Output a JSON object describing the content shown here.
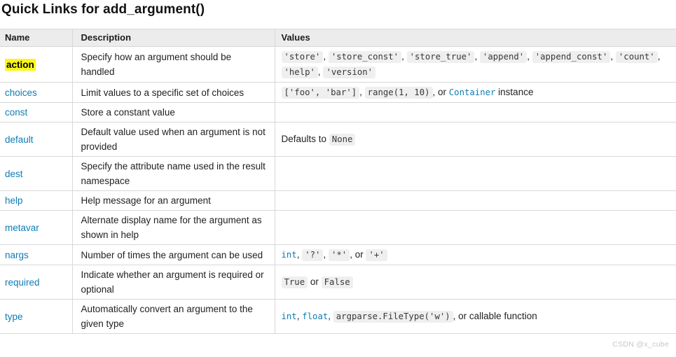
{
  "page": {
    "title": "Quick Links for add_argument()",
    "watermark": "CSDN @x_cube"
  },
  "colors": {
    "link_blue": "#0f7cb4",
    "highlight_yellow": "#fbf719",
    "header_bg": "#ececec",
    "border_gray": "#d8d8d8",
    "code_bg": "#efefef"
  },
  "table": {
    "columns": [
      "Name",
      "Description",
      "Values"
    ],
    "rows": [
      {
        "name": "action",
        "highlighted": true,
        "description": "Specify how an argument should be handled",
        "values": [
          {
            "t": "code",
            "v": "'store'"
          },
          {
            "t": "text",
            "v": ", "
          },
          {
            "t": "code",
            "v": "'store_const'"
          },
          {
            "t": "text",
            "v": ", "
          },
          {
            "t": "code",
            "v": "'store_true'"
          },
          {
            "t": "text",
            "v": ", "
          },
          {
            "t": "code",
            "v": "'append'"
          },
          {
            "t": "text",
            "v": ", "
          },
          {
            "t": "code",
            "v": "'append_const'"
          },
          {
            "t": "text",
            "v": ", "
          },
          {
            "t": "code",
            "v": "'count'"
          },
          {
            "t": "text",
            "v": ", "
          },
          {
            "t": "code",
            "v": "'help'"
          },
          {
            "t": "text",
            "v": ", "
          },
          {
            "t": "code",
            "v": "'version'"
          }
        ]
      },
      {
        "name": "choices",
        "highlighted": false,
        "description": "Limit values to a specific set of choices",
        "values": [
          {
            "t": "code",
            "v": "['foo', 'bar']"
          },
          {
            "t": "text",
            "v": ", "
          },
          {
            "t": "code",
            "v": "range(1, 10)"
          },
          {
            "t": "text",
            "v": ", or "
          },
          {
            "t": "codelink",
            "v": "Container"
          },
          {
            "t": "text",
            "v": " instance"
          }
        ]
      },
      {
        "name": "const",
        "highlighted": false,
        "description": "Store a constant value",
        "values": []
      },
      {
        "name": "default",
        "highlighted": false,
        "description": "Default value used when an argument is not provided",
        "values": [
          {
            "t": "text",
            "v": "Defaults to "
          },
          {
            "t": "code",
            "v": "None"
          }
        ]
      },
      {
        "name": "dest",
        "highlighted": false,
        "description": "Specify the attribute name used in the result namespace",
        "values": []
      },
      {
        "name": "help",
        "highlighted": false,
        "description": "Help message for an argument",
        "values": []
      },
      {
        "name": "metavar",
        "highlighted": false,
        "description": "Alternate display name for the argument as shown in help",
        "values": []
      },
      {
        "name": "nargs",
        "highlighted": false,
        "description": "Number of times the argument can be used",
        "values": [
          {
            "t": "codelink",
            "v": "int"
          },
          {
            "t": "text",
            "v": ", "
          },
          {
            "t": "code",
            "v": "'?'"
          },
          {
            "t": "text",
            "v": ", "
          },
          {
            "t": "code",
            "v": "'*'"
          },
          {
            "t": "text",
            "v": ", or "
          },
          {
            "t": "code",
            "v": "'+'"
          }
        ]
      },
      {
        "name": "required",
        "highlighted": false,
        "description": "Indicate whether an argument is required or optional",
        "values": [
          {
            "t": "code",
            "v": "True"
          },
          {
            "t": "text",
            "v": " or "
          },
          {
            "t": "code",
            "v": "False"
          }
        ]
      },
      {
        "name": "type",
        "highlighted": false,
        "description": "Automatically convert an argument to the given type",
        "values": [
          {
            "t": "codelink",
            "v": "int"
          },
          {
            "t": "text",
            "v": ", "
          },
          {
            "t": "codelink",
            "v": "float"
          },
          {
            "t": "text",
            "v": ", "
          },
          {
            "t": "code",
            "v": "argparse.FileType('w')"
          },
          {
            "t": "text",
            "v": ", or callable function"
          }
        ]
      }
    ]
  }
}
